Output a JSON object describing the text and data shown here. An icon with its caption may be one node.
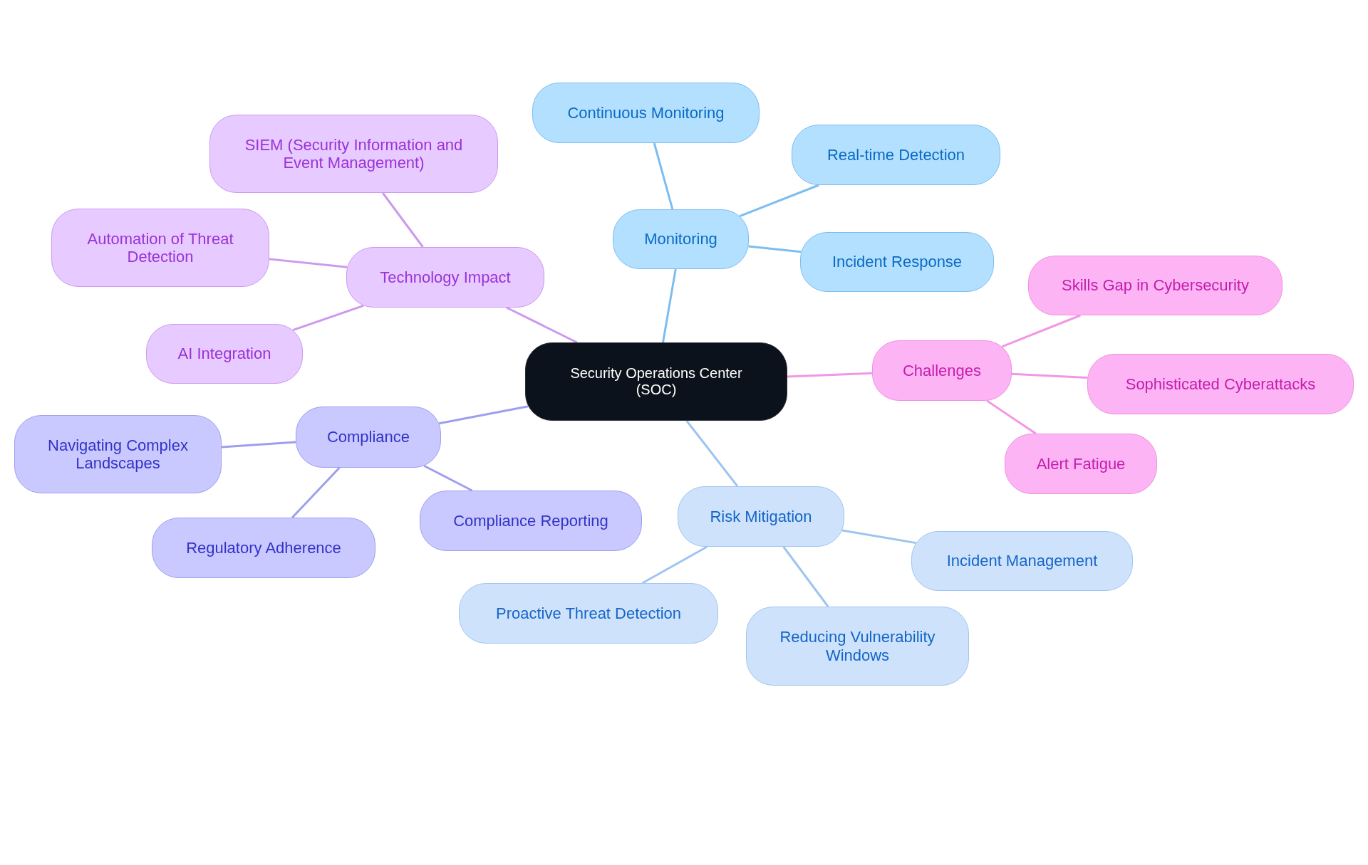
{
  "diagram": {
    "nodes": [
      {
        "text": [
          "Security Operations Center (SOC)"
        ]
      },
      {
        "text": [
          "Monitoring"
        ]
      },
      {
        "text": [
          "Continuous Monitoring"
        ]
      },
      {
        "text": [
          "Real-time Detection"
        ]
      },
      {
        "text": [
          "Incident Response"
        ]
      },
      {
        "text": [
          "Challenges"
        ]
      },
      {
        "text": [
          "Skills Gap in Cybersecurity"
        ]
      },
      {
        "text": [
          "Sophisticated Cyberattacks"
        ]
      },
      {
        "text": [
          "Alert Fatigue"
        ]
      },
      {
        "text": [
          "Risk Mitigation"
        ]
      },
      {
        "text": [
          "Incident Management"
        ]
      },
      {
        "text": [
          "Reducing Vulnerability Windows"
        ]
      },
      {
        "text": [
          "Proactive Threat Detection"
        ]
      },
      {
        "text": [
          "Compliance"
        ]
      },
      {
        "text": [
          "Compliance Reporting"
        ]
      },
      {
        "text": [
          "Regulatory Adherence"
        ]
      },
      {
        "text": [
          "Navigating Complex Landscapes"
        ]
      },
      {
        "text": [
          "Technology Impact"
        ]
      },
      {
        "text": [
          "AI Integration"
        ]
      },
      {
        "text": [
          "Automation of Threat Detection"
        ]
      },
      {
        "text": [
          "SIEM (Security Information and Event Management)"
        ]
      }
    ],
    "edges": [
      {
        "from": 0,
        "to": 1,
        "arrow": "none",
        "color": "#7dbdf0"
      },
      {
        "from": 1,
        "to": 2,
        "arrow": "none",
        "color": "#7dbdf0"
      },
      {
        "from": 1,
        "to": 3,
        "arrow": "none",
        "color": "#7dbdf0"
      },
      {
        "from": 1,
        "to": 4,
        "arrow": "none",
        "color": "#7dbdf0"
      },
      {
        "from": 0,
        "to": 5,
        "arrow": "none",
        "color": "#f296e6"
      },
      {
        "from": 5,
        "to": 6,
        "arrow": "none",
        "color": "#f296e6"
      },
      {
        "from": 5,
        "to": 7,
        "arrow": "none",
        "color": "#f296e6"
      },
      {
        "from": 5,
        "to": 8,
        "arrow": "none",
        "color": "#f296e6"
      },
      {
        "from": 0,
        "to": 9,
        "arrow": "none",
        "color": "#9ec5f0"
      },
      {
        "from": 9,
        "to": 10,
        "arrow": "none",
        "color": "#9ec5f0"
      },
      {
        "from": 9,
        "to": 11,
        "arrow": "none",
        "color": "#9ec5f0"
      },
      {
        "from": 9,
        "to": 12,
        "arrow": "none",
        "color": "#9ec5f0"
      },
      {
        "from": 0,
        "to": 13,
        "arrow": "none",
        "color": "#9e9ef0"
      },
      {
        "from": 13,
        "to": 14,
        "arrow": "none",
        "color": "#9e9ef0"
      },
      {
        "from": 13,
        "to": 15,
        "arrow": "none",
        "color": "#9e9ef0"
      },
      {
        "from": 13,
        "to": 16,
        "arrow": "none",
        "color": "#9e9ef0"
      },
      {
        "from": 0,
        "to": 17,
        "arrow": "none",
        "color": "#cc99ef"
      },
      {
        "from": 17,
        "to": 18,
        "arrow": "none",
        "color": "#cc99ef"
      },
      {
        "from": 17,
        "to": 19,
        "arrow": "none",
        "color": "#cc99ef"
      },
      {
        "from": 17,
        "to": 20,
        "arrow": "none",
        "color": "#cc99ef"
      }
    ]
  }
}
